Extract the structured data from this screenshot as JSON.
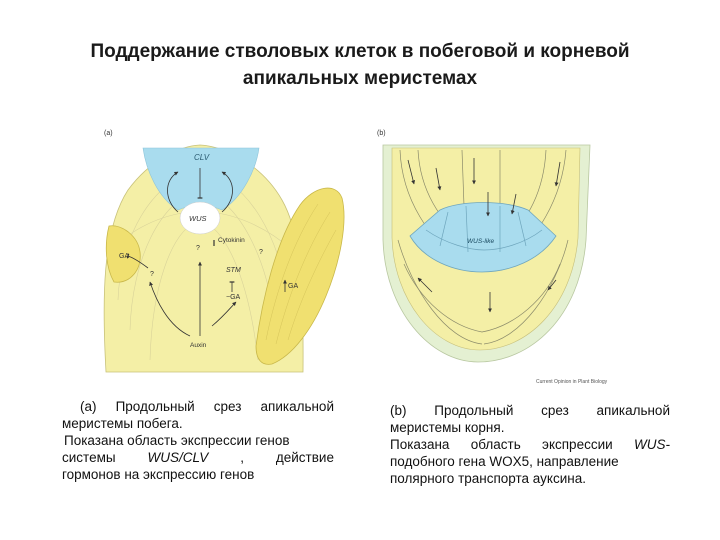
{
  "title": {
    "line1": "Поддержание стволовых клеток в побеговой и корневой",
    "line2": "апикальных меристемах"
  },
  "panel_a": {
    "tag": "(a)",
    "labels": {
      "clv": "CLV",
      "wus": "WUS",
      "cytokinin": "Cytokinin",
      "stm": "STM",
      "minus_ga": "−GA",
      "ga_left": "GA",
      "ga_right": "GA",
      "auxin": "Auxin",
      "q1": "?",
      "q2": "?",
      "q3": "?"
    },
    "colors": {
      "meristem": "#f4efa6",
      "clv_zone": "#a9dcee",
      "wus_zone": "#ffffff",
      "primordium": "#f0e070"
    }
  },
  "panel_b": {
    "tag": "(b)",
    "labels": {
      "wus_like": "WUS-like",
      "source": "Current Opinion in Plant Biology"
    },
    "colors": {
      "root_cap": "#f4efa6",
      "wus_like_zone": "#a9dcee",
      "edge": "#e4f0d2"
    }
  },
  "captions": {
    "a_line1": "(а) Продольный срез апикальной",
    "a_line2": "меристемы побега.",
    "a_line3": "Показана область экспрессии генов",
    "a_line4_1": "системы",
    "a_line4_2": "WUS/CLV",
    "a_line4_3": ",",
    "a_line4_4": "действие",
    "a_line5": "гормонов на экспрессию генов",
    "b_line1": "(b) Продольный срез апикальной",
    "b_line2": "меристемы корня.",
    "b_line3_1": "Показана область экспрессии",
    "b_line3_2": "WUS-",
    "b_line4": "подобного гена WOX5, направление",
    "b_line5": "полярного транспорта ауксина."
  }
}
